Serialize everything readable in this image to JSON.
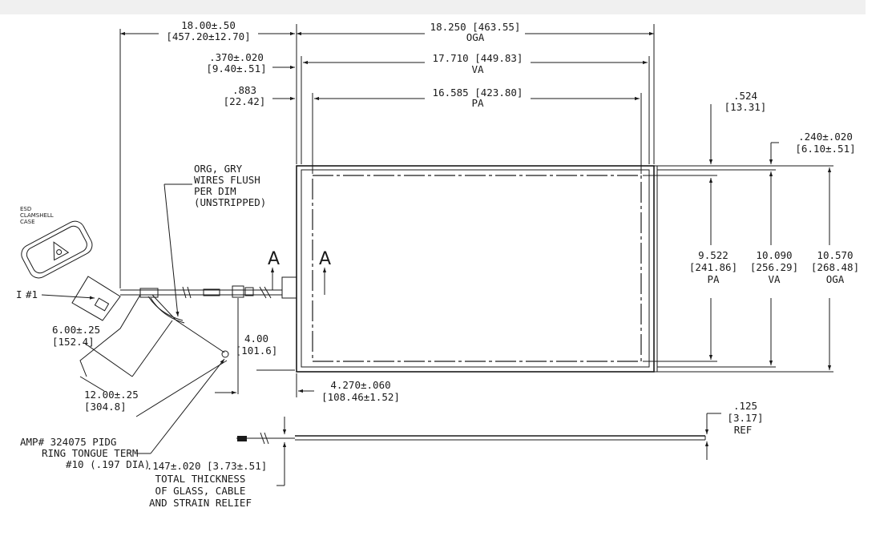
{
  "dims": {
    "overall_len": "18.00±.50",
    "overall_len_mm": "[457.20±12.70]",
    "oga_w": "18.250 [463.55]",
    "oga_w_lbl": "OGA",
    "va_w": "17.710 [449.83]",
    "va_w_lbl": "VA",
    "pa_w": "16.585 [423.80]",
    "pa_w_lbl": "PA",
    "off1": ".370±.020",
    "off1_mm": "[9.40±.51]",
    "off2": ".883",
    "off2_mm": "[22.42]",
    "top_off": ".524",
    "top_off_mm": "[13.31]",
    "top_off2": ".240±.020",
    "top_off2_mm": "[6.10±.51]",
    "pa_h": "9.522",
    "pa_h_mm": "[241.86]",
    "pa_h_lbl": "PA",
    "va_h": "10.090",
    "va_h_mm": "[256.29]",
    "va_h_lbl": "VA",
    "oga_h": "10.570",
    "oga_h_mm": "[268.48]",
    "oga_h_lbl": "OGA",
    "lead_off": "4.00",
    "lead_off_mm": "[101.6]",
    "cable_off": "4.270±.060",
    "cable_off_mm": "[108.46±1.52]",
    "wire1": "6.00±.25",
    "wire1_mm": "[152.4]",
    "wire2": "12.00±.25",
    "wire2_mm": "[304.8]",
    "ref": ".125",
    "ref_mm": "[3.17]",
    "ref_lbl": "REF",
    "thick": ".147±.020 [3.73±.51]"
  },
  "notes": {
    "wires": [
      "ORG, GRY",
      "WIRES FLUSH",
      "PER DIM",
      "(UNSTRIPPED)"
    ],
    "esd": [
      "ESD",
      "CLAMSHELL",
      "CASE"
    ],
    "pin": "#1",
    "pin_mark": "I",
    "amp": [
      "AMP# 324075 PIDG",
      "RING TONGUE TERM",
      "#10 (.197 DIA)"
    ],
    "thick": [
      "TOTAL THICKNESS",
      "OF GLASS, CABLE",
      "AND STRAIN RELIEF"
    ],
    "section_a": "A",
    "section_a2": "A"
  }
}
